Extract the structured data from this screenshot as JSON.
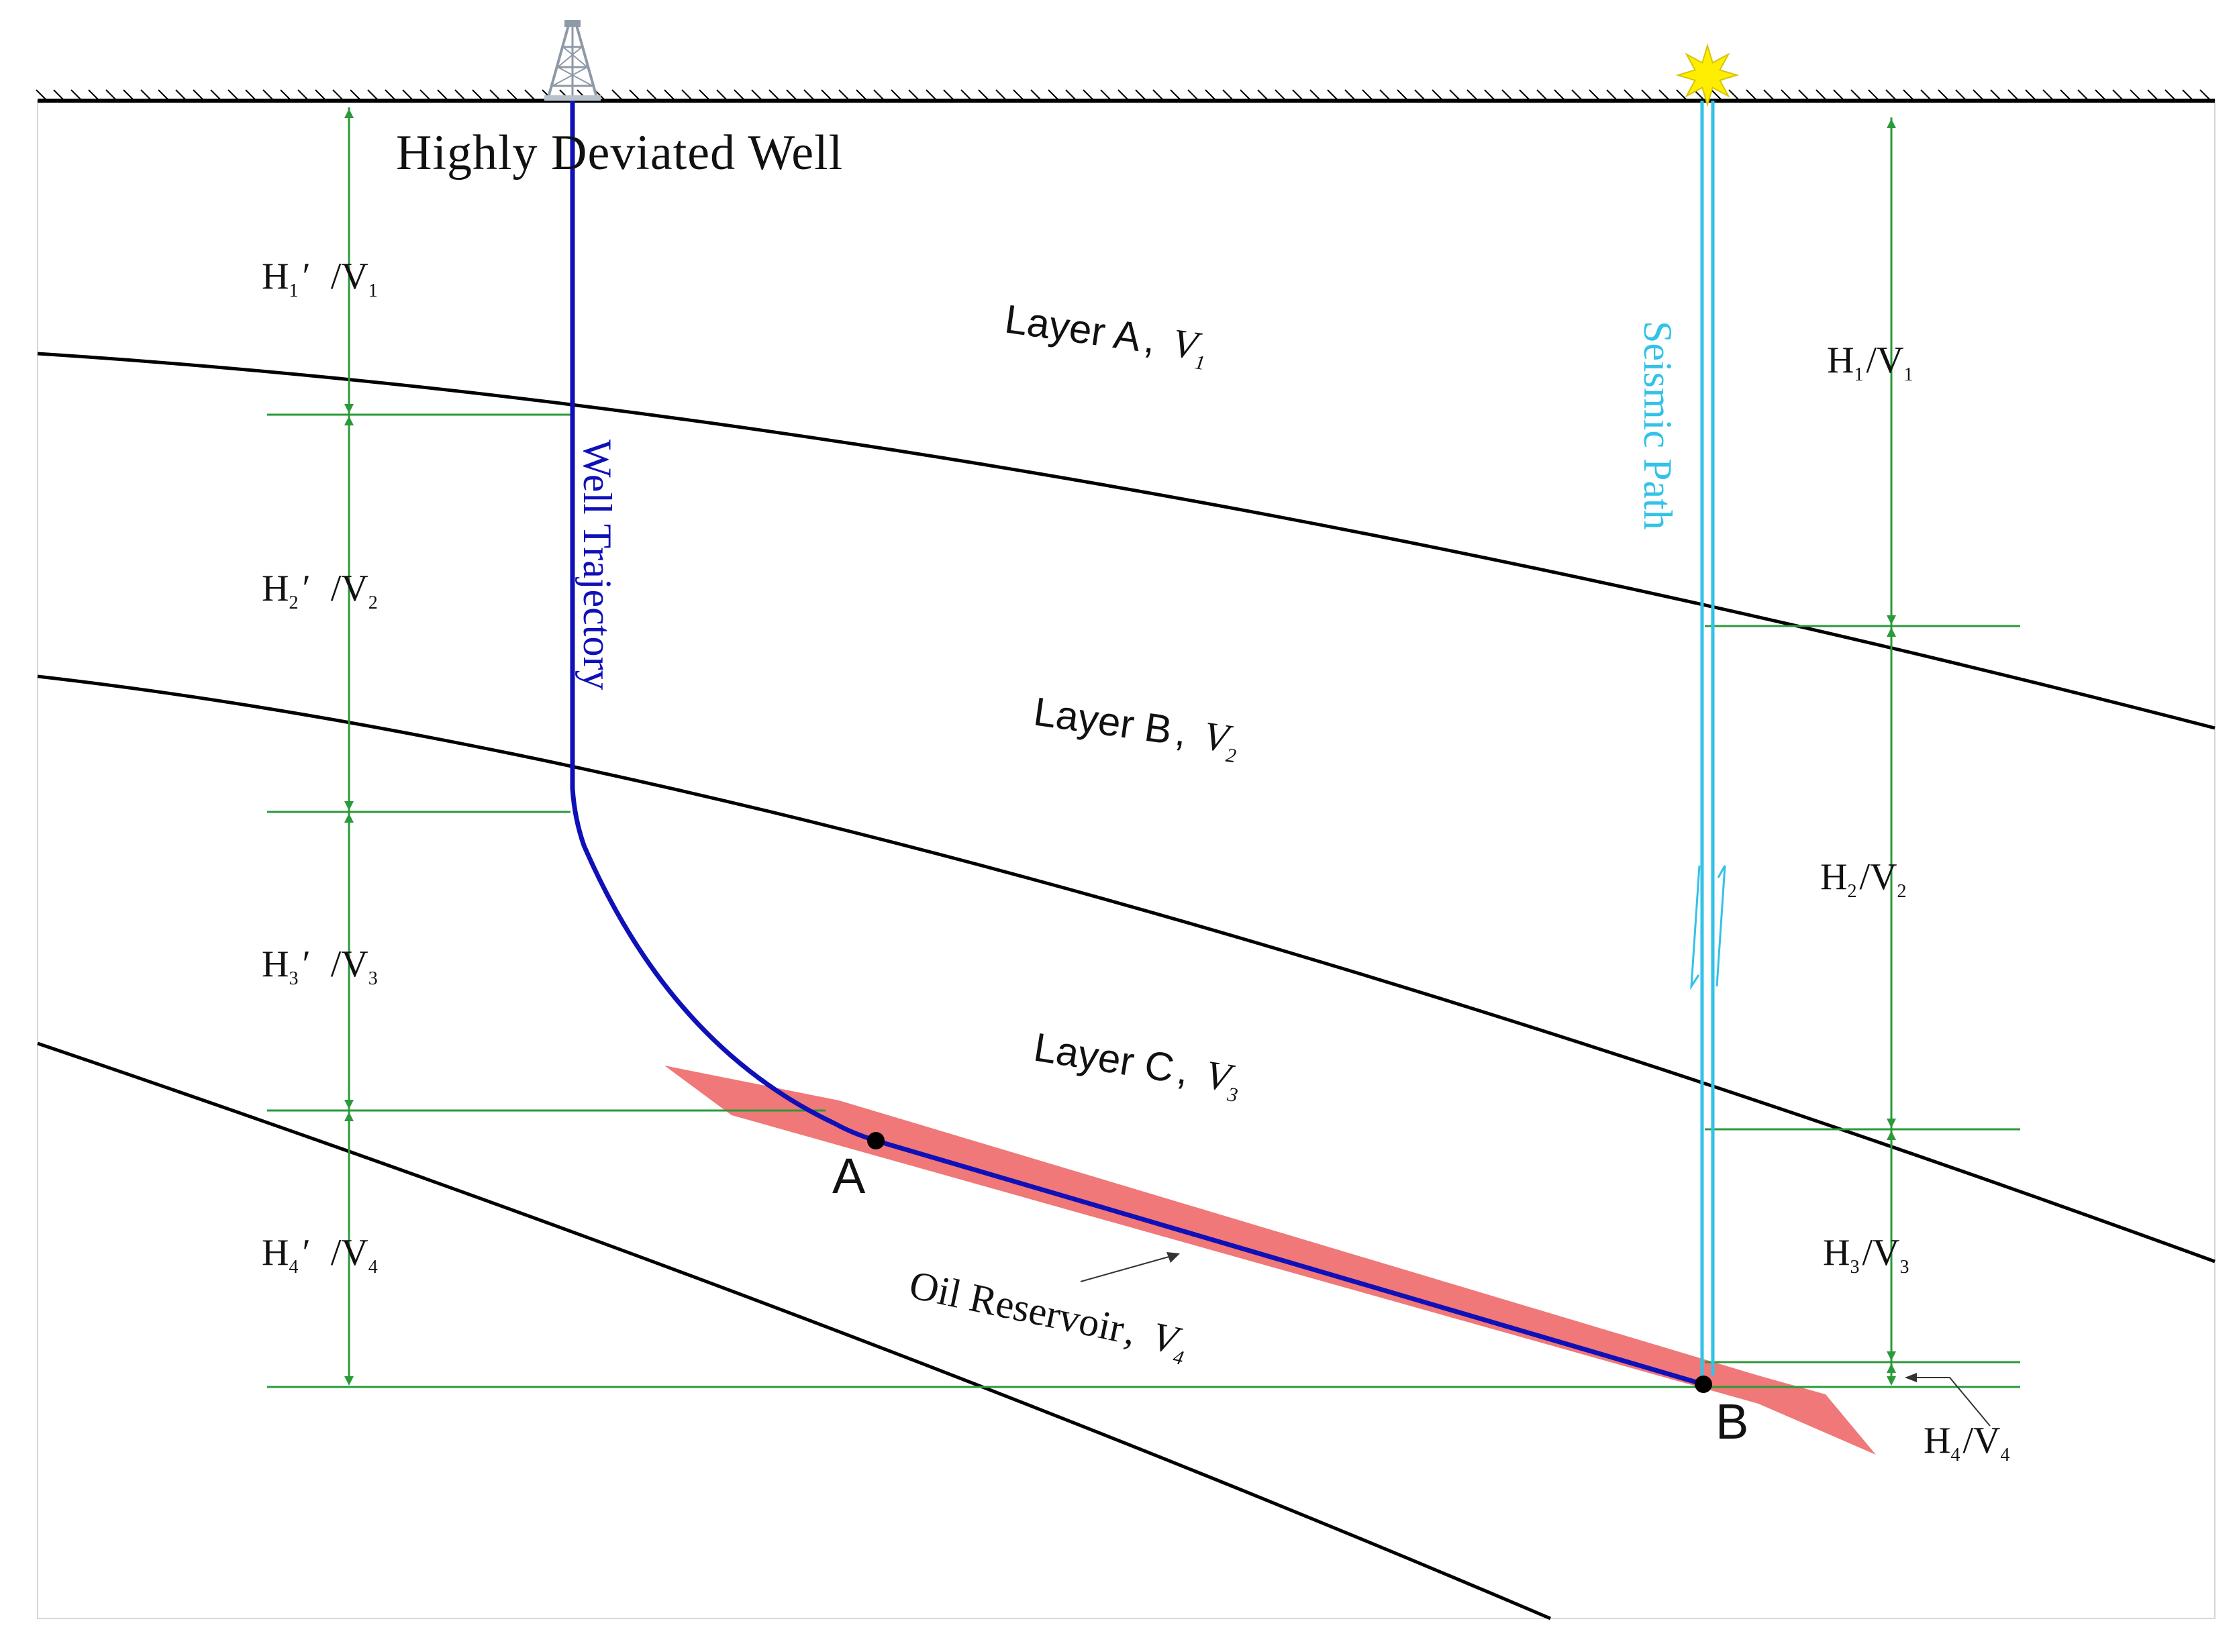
{
  "colors": {
    "well": "#1010b8",
    "seismic": "#33c2e8",
    "dimension": "#2a9a3a",
    "reservoir": "#f07878",
    "horizon": "#000000",
    "star": "#ffee00",
    "rig": "#8e9aa6"
  },
  "icons": {
    "rig": "drilling-rig-icon",
    "source": "seismic-source-star-icon"
  },
  "title": "Highly Deviated Well",
  "well_label": "Well Trajectory",
  "seismic_label": "Seismic Path",
  "layers": {
    "a": {
      "name": "Layer A",
      "sep": ",",
      "v": "V",
      "sub": "1"
    },
    "b": {
      "name": "Layer B",
      "sep": ",",
      "v": "V",
      "sub": "2"
    },
    "c": {
      "name": "Layer C",
      "sep": ",",
      "v": "V",
      "sub": "3"
    },
    "reservoir": {
      "name": "Oil Reservoir",
      "sep": ",",
      "v": "V",
      "sub": "4"
    }
  },
  "points": {
    "a": "A",
    "b": "B"
  },
  "left_dims": [
    {
      "h": "H",
      "sub": "1",
      "prime": "′",
      "v": "/V",
      "vsub": "1"
    },
    {
      "h": "H",
      "sub": "2",
      "prime": "′",
      "v": "/V",
      "vsub": "2"
    },
    {
      "h": "H",
      "sub": "3",
      "prime": "′",
      "v": "/V",
      "vsub": "3"
    },
    {
      "h": "H",
      "sub": "4",
      "prime": "′",
      "v": "/V",
      "vsub": "4"
    }
  ],
  "right_dims": [
    {
      "h": "H",
      "sub": "1",
      "v": "/V",
      "vsub": "1"
    },
    {
      "h": "H",
      "sub": "2",
      "v": "/V",
      "vsub": "2"
    },
    {
      "h": "H",
      "sub": "3",
      "v": "/V",
      "vsub": "3"
    },
    {
      "h": "H",
      "sub": "4",
      "v": "/V",
      "vsub": "4"
    }
  ]
}
